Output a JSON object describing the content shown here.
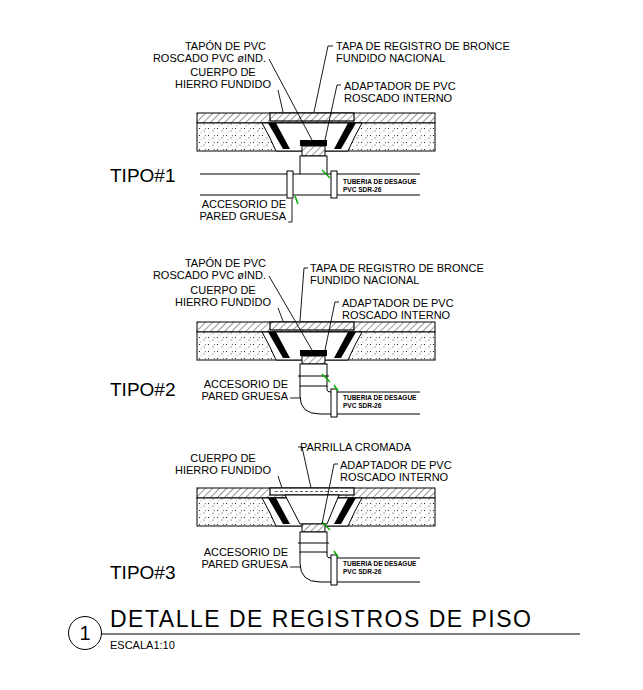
{
  "diagram": {
    "title": "DETALLE DE REGISTROS DE PISO",
    "nodes": [
      {
        "text": [
          "1"
        ]
      }
    ],
    "labels": [
      "TAPÓN DE PVC ROSCADO PVC øIND.",
      "CUERPO DE HIERRO FUNDIDO",
      "TAPA DE REGISTRO DE BRONCE FUNDIDO NACIONAL",
      "ADAPTADOR DE PVC ROSCADO INTERNO",
      "TIPO#1",
      "TUBERIA DE DESAGUE PVC SDR-26",
      "ACCESORIO DE PARED GRUESA",
      "TAPÓN DE PVC ROSCADO PVC øIND.",
      "CUERPO DE HIERRO FUNDIDO",
      "TAPA DE REGISTRO DE BRONCE FUNDIDO NACIONAL",
      "ADAPTADOR DE PVC ROSCADO INTERNO",
      "TIPO#2",
      "ACCESORIO DE PARED GRUESA",
      "TUBERIA DE DESAGUE PVC SDR-26",
      "CUERPO DE HIERRO FUNDIDO",
      "PARRILLA CROMADA",
      "ADAPTADOR DE PVC ROSCADO INTERNO",
      "ACCESORIO DE PARED GRUESA",
      "TIPO#3",
      "TUBERIA DE DESAGUE PVC SDR-26",
      "ESCALA1:10"
    ]
  }
}
